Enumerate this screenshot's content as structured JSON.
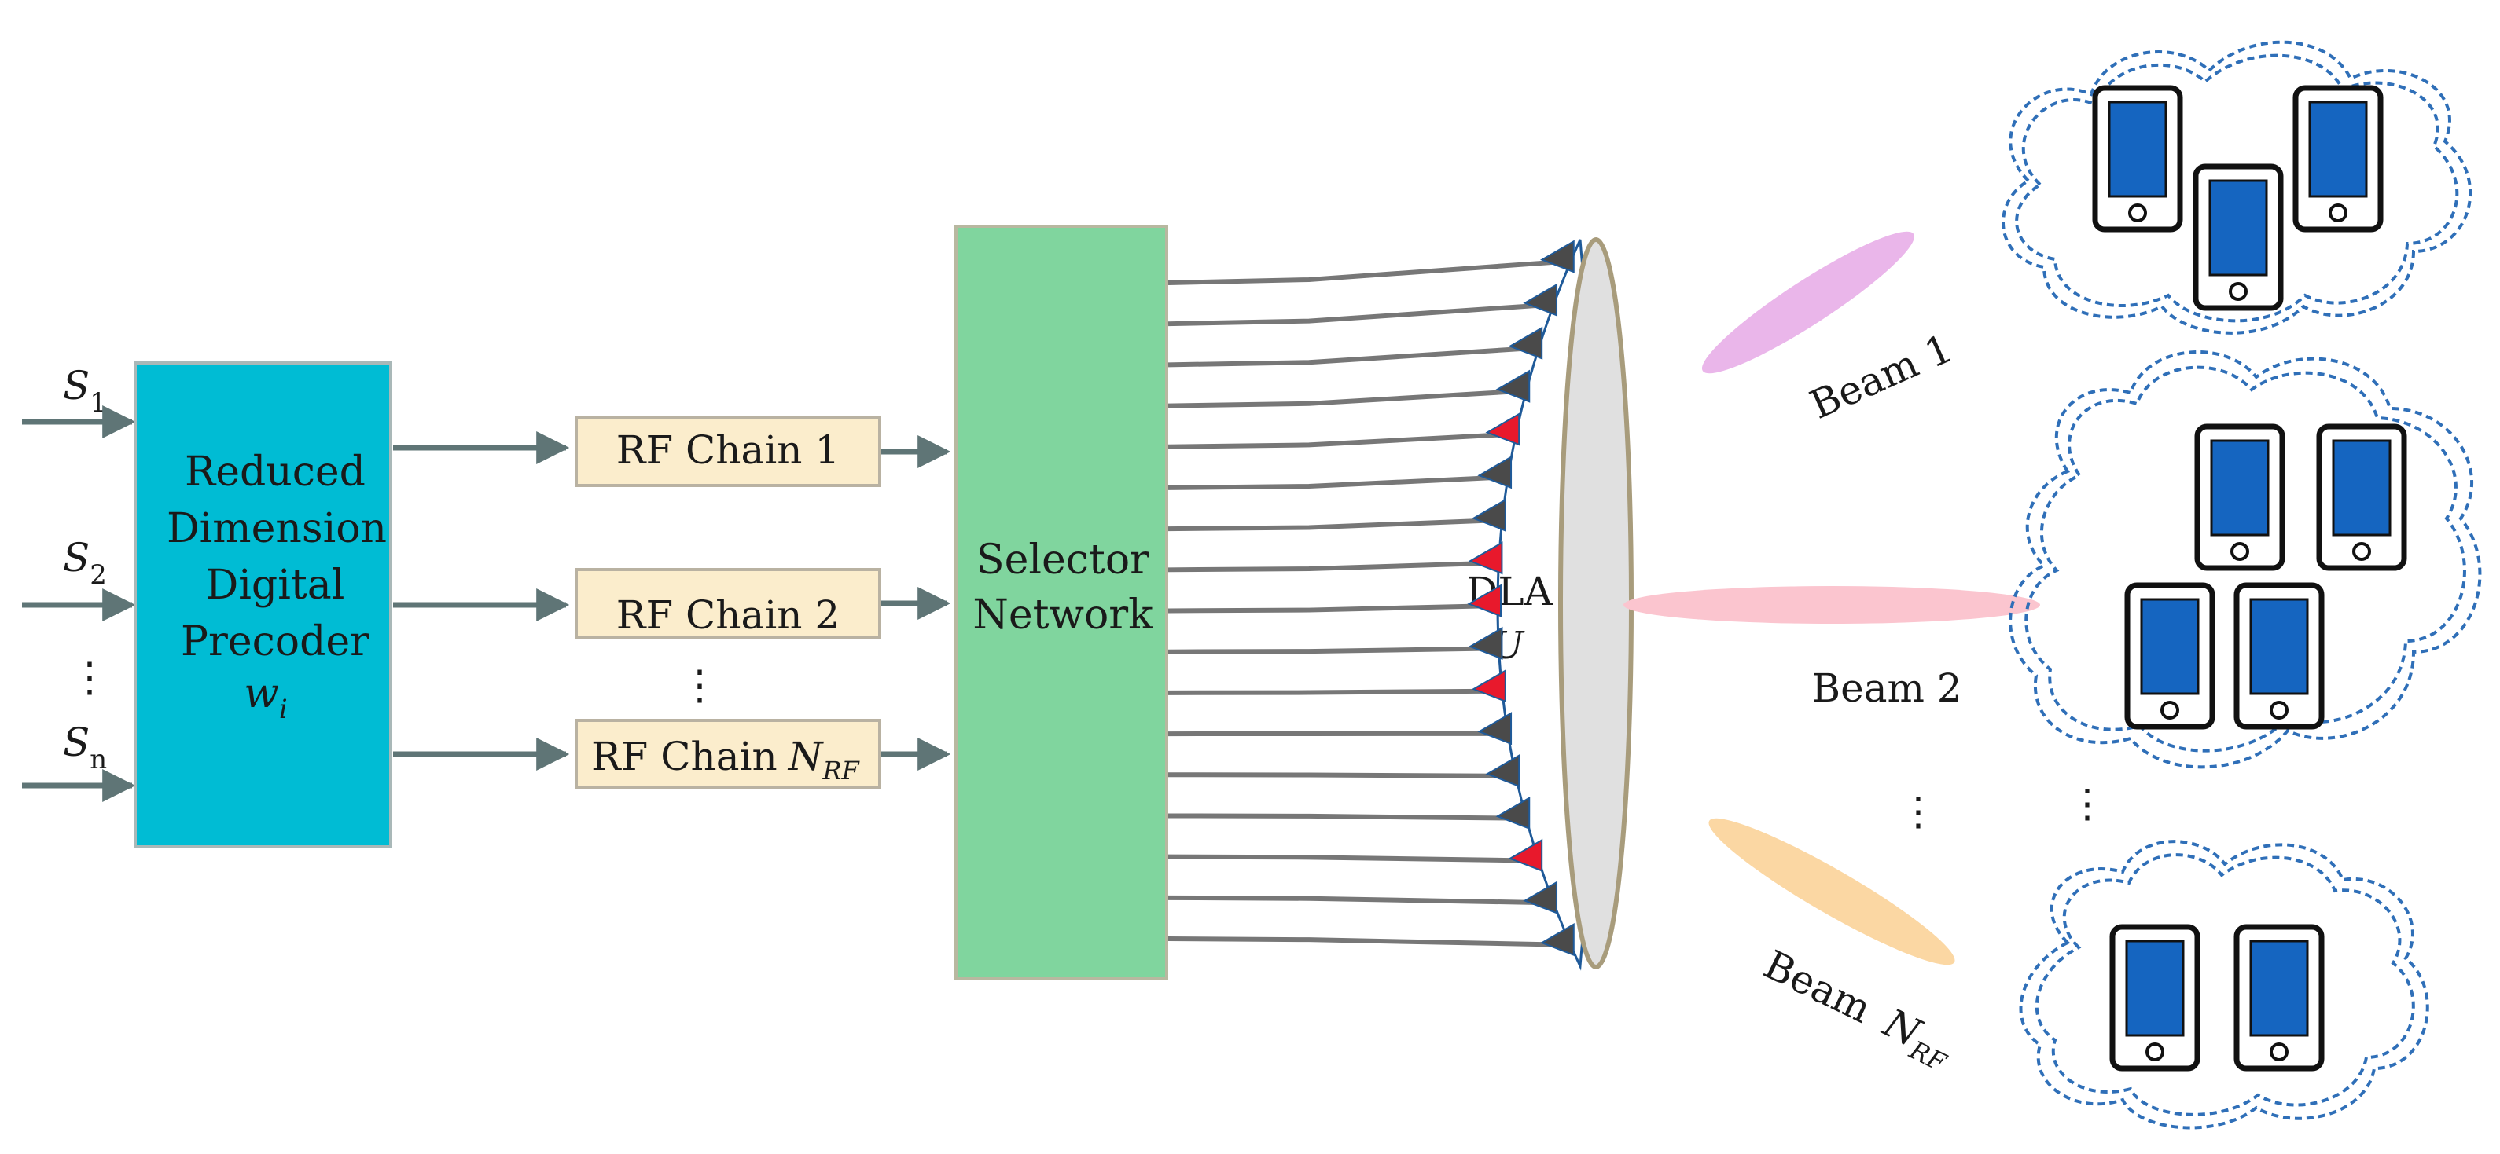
{
  "inputs": {
    "s1": {
      "main": "S",
      "sub": "1"
    },
    "s2": {
      "main": "S",
      "sub": "2"
    },
    "sn": {
      "main": "S",
      "sub": "n"
    },
    "ellipsis": "⋮"
  },
  "precoder": {
    "line1": "Reduced",
    "line2": "Dimension",
    "line3": "Digital",
    "line4": "Precoder",
    "symbol": {
      "main": "w",
      "sub": "i"
    }
  },
  "rf_chains": {
    "chain1": "RF Chain 1",
    "chain2": "RF Chain 2",
    "chainN_prefix": "RF Chain",
    "chainN_symbol": {
      "main": "N",
      "sub": "RF"
    },
    "ellipsis": "⋮"
  },
  "selector": {
    "line1": "Selector",
    "line2": "Network"
  },
  "lens": {
    "label": "DLA",
    "symbol": "U"
  },
  "beams": {
    "beam1": "Beam 1",
    "beam2": "Beam 2",
    "beamN_prefix": "Beam",
    "beamN_symbol": {
      "main": "N",
      "sub": "RF"
    },
    "ellipsis": "⋮"
  },
  "clusters": {
    "ellipsis": "⋮"
  },
  "colors": {
    "precoder_fill": "#00bcd4",
    "rf_fill": "#fbedcc",
    "selector_fill": "#80d59e",
    "arrow": "#5f7576",
    "feed_line": "#777777",
    "antenna_dark": "#4a4a4a",
    "antenna_red": "#e8192c",
    "lens_fill": "#e0e0e0",
    "beam1": "#eab6ea",
    "beam2": "#fbc5cf",
    "beam3": "#fbd7a3",
    "cloud": "#2f6fb8",
    "device_screen": "#1565c0"
  },
  "antenna_colors": [
    "dark",
    "dark",
    "dark",
    "dark",
    "red",
    "dark",
    "dark",
    "red",
    "red",
    "dark",
    "red",
    "dark",
    "dark",
    "dark",
    "red",
    "dark",
    "dark"
  ]
}
